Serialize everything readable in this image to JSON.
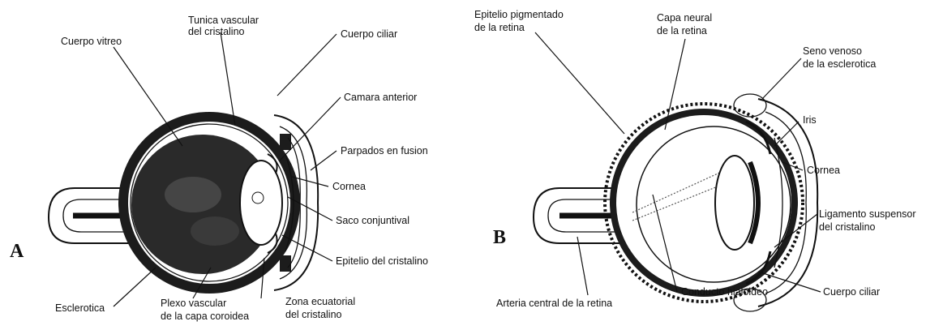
{
  "panels": [
    {
      "id": "A",
      "letter": "A",
      "labels": {
        "cuerpo_vitreo": "Cuerpo vitreo",
        "tunica_vascular_1": "Tunica vascular",
        "tunica_vascular_2": "del cristalino",
        "cuerpo_ciliar": "Cuerpo ciliar",
        "camara_anterior": "Camara anterior",
        "parpados": "Parpados en fusion",
        "cornea": "Cornea",
        "saco_conjuntival": "Saco conjuntival",
        "epitelio_cristalino": "Epitelio del cristalino",
        "zona_ecuatorial_1": "Zona ecuatorial",
        "zona_ecuatorial_2": "del cristalino",
        "plexo_1": "Plexo vascular",
        "plexo_2": "de la capa coroidea",
        "esclerotica": "Esclerotica"
      }
    },
    {
      "id": "B",
      "letter": "B",
      "labels": {
        "epitelio_pigmentado_1": "Epitelio pigmentado",
        "epitelio_pigmentado_2": "de la retina",
        "capa_neural_1": "Capa neural",
        "capa_neural_2": "de la retina",
        "seno_venoso_1": "Seno venoso",
        "seno_venoso_2": "de la esclerotica",
        "iris": "Iris",
        "cornea": "Cornea",
        "ligamento_1": "Ligamento suspensor",
        "ligamento_2": "del cristalino",
        "cuerpo_ciliar": "Cuerpo ciliar",
        "conducto_hialoideo": "Conducto hialoideo",
        "arteria_central": "Arteria central de la retina"
      }
    }
  ],
  "colors": {
    "ink": "#111111",
    "fill_dark": "#2a2a2a",
    "background": "#ffffff"
  }
}
